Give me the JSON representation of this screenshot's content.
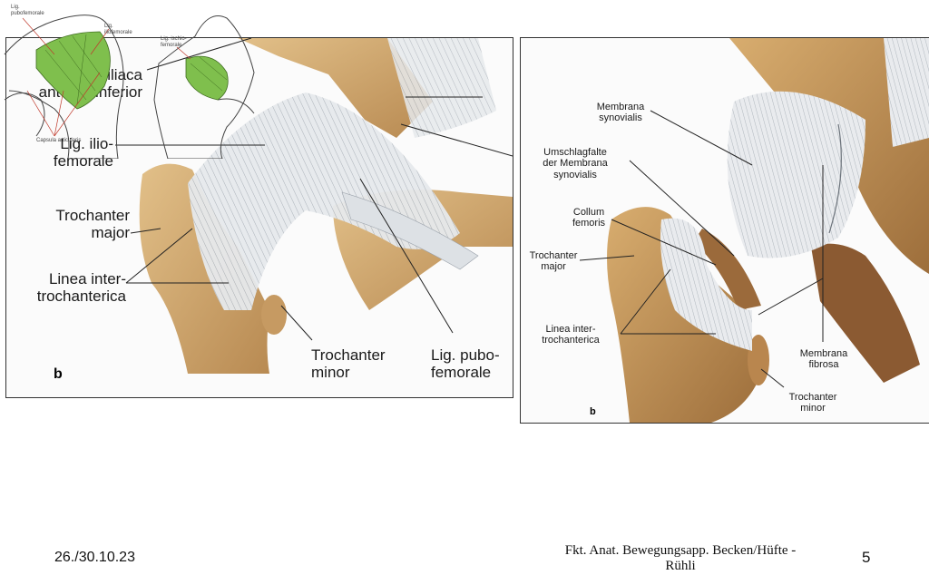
{
  "left_panel": {
    "letter": "b",
    "labels": {
      "spina_line1": "Spina iliaca",
      "spina_line2": "anterior inferior",
      "ilio_line1": "Lig. ilio-",
      "ilio_line2": "femorale",
      "troch_major_line1": "Trochanter",
      "troch_major_line2": "major",
      "linea_line1": "Linea inter-",
      "linea_line2": "trochanterica",
      "troch_minor_line1": "Trochanter",
      "troch_minor_line2": "minor",
      "pubo_line1": "Lig. pubo-",
      "pubo_line2": "femorale"
    }
  },
  "right_panel": {
    "letter": "b",
    "labels": {
      "membrana_syn_line1": "Membrana",
      "membrana_syn_line2": "synovialis",
      "umschlag_line1": "Umschlagfalte",
      "umschlag_line2": "der Membrana",
      "umschlag_line3": "synovialis",
      "collum_line1": "Collum",
      "collum_line2": "femoris",
      "troch_major_line1": "Trochanter",
      "troch_major_line2": "major",
      "linea_line1": "Linea inter-",
      "linea_line2": "trochanterica",
      "membrana_fib_line1": "Membrana",
      "membrana_fib_line2": "fibrosa",
      "troch_minor_line1": "Trochanter",
      "troch_minor_line2": "minor"
    }
  },
  "bottom_diagram": {
    "labels": {
      "pubo_line1": "Lig.",
      "pubo_line2": "pubofemorale",
      "ilio_line1": "Lig.",
      "ilio_line2": "iliofemorale",
      "ischio_line1": "Lig. ischio-",
      "ischio_line2": "femorale",
      "capsula": "Capsula articularis"
    }
  },
  "footer": {
    "date": "26./30.10.23",
    "title_line1": "Fkt. Anat. Bewegungsapp. Becken/Hüfte -",
    "title_line2": "Rühli",
    "page_number": "5"
  },
  "colors": {
    "bone": "#d2aa72",
    "bone_dark": "#a9814f",
    "ligament": "#d9dde2",
    "ligament_line": "#9aa1aa",
    "green_ligament": "#7fbf4d",
    "leader_line": "#222222"
  }
}
